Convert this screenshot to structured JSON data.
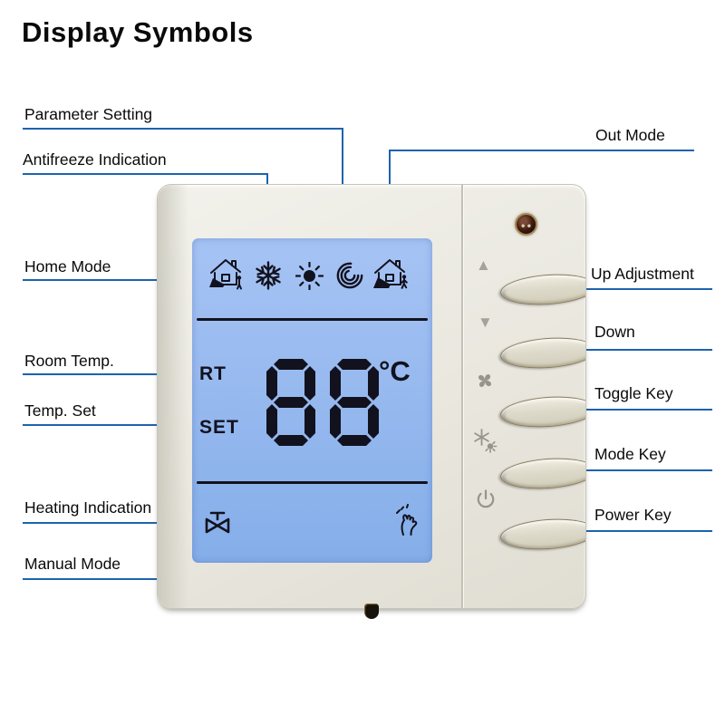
{
  "title": "Display Symbols",
  "callouts": {
    "parameter_setting": "Parameter Setting",
    "antifreeze": "Antifreeze Indication",
    "out_mode": "Out Mode",
    "home_mode": "Home Mode",
    "room_temp": "Room Temp.",
    "temp_set": "Temp. Set",
    "heating": "Heating Indication",
    "manual_mode": "Manual Mode",
    "up": "Up Adjustment",
    "down": "Down",
    "toggle": "Toggle Key",
    "mode": "Mode Key",
    "power": "Power Key"
  },
  "lcd": {
    "rt": "RT",
    "set": "SET",
    "value": "88",
    "unit": "°C"
  },
  "icons": {
    "up-arrow": "▲",
    "down-arrow": "▼",
    "home-mode": "house-with-person",
    "antifreeze": "snowflake",
    "comfort": "sun",
    "parameter": "crescent-arcs",
    "out-mode": "house-person-leaving",
    "heating-valve": "radiator-valve",
    "manual-hand": "hand",
    "fan": "pinwheel-fan",
    "heat-cool": "snowflake-sun",
    "power": "power-symbol",
    "led": "red-indicator-led"
  },
  "colors": {
    "callout": "#1d63ae",
    "screen-top": "#a6c3f4",
    "screen-bottom": "#85aee9",
    "lcd-ink": "#12121e",
    "side-icon": "#96948b",
    "body": "#e9e7df",
    "button": "#ded9c6",
    "led": "#3a1710"
  }
}
